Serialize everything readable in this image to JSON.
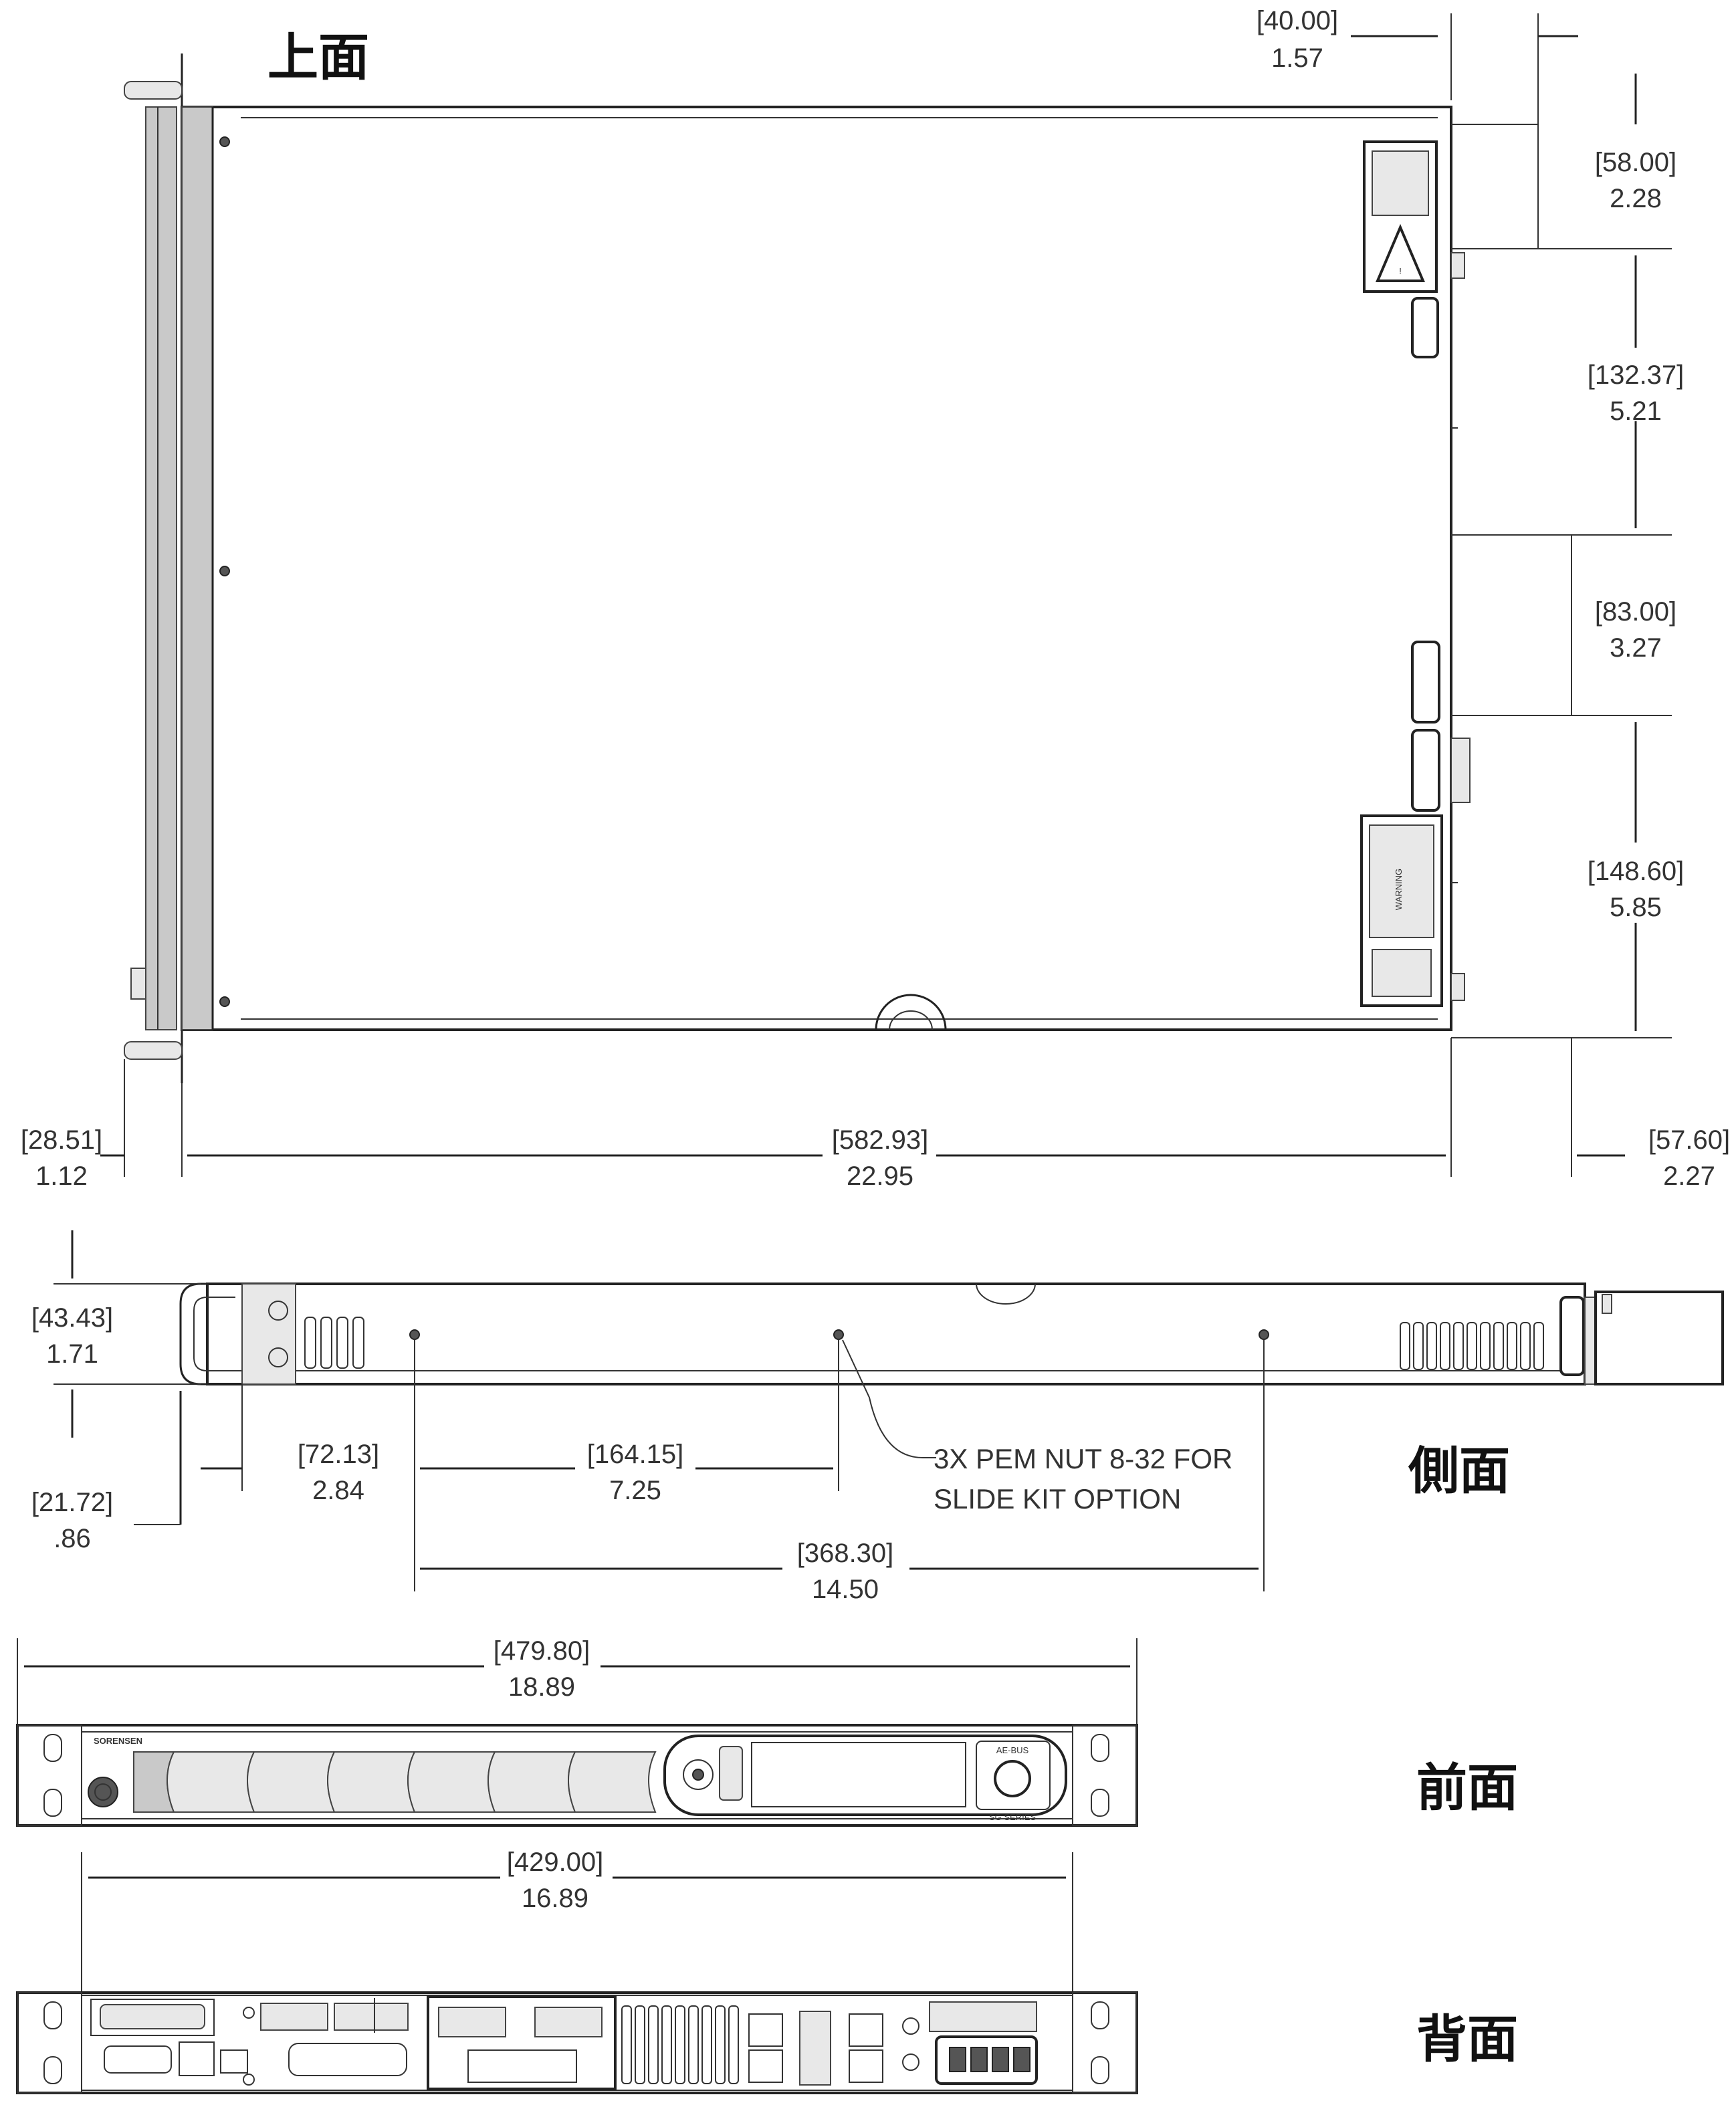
{
  "views": {
    "top": "上面",
    "side": "側面",
    "front": "前面",
    "rear": "背面"
  },
  "dimensions": {
    "top_depth_ext": {
      "mm": "40.00",
      "in": "1.57"
    },
    "top_rear_58": {
      "mm": "58.00",
      "in": "2.28"
    },
    "top_rear_132": {
      "mm": "132.37",
      "in": "5.21"
    },
    "top_rear_83": {
      "mm": "83.00",
      "in": "3.27"
    },
    "top_rear_148": {
      "mm": "148.60",
      "in": "5.85"
    },
    "top_handle": {
      "mm": "28.51",
      "in": "1.12"
    },
    "top_length": {
      "mm": "582.93",
      "in": "22.95"
    },
    "top_rear_ext": {
      "mm": "57.60",
      "in": "2.27"
    },
    "side_height": {
      "mm": "43.43",
      "in": "1.71"
    },
    "side_offset": {
      "mm": "21.72",
      "in": ".86"
    },
    "side_first_hole": {
      "mm": "72.13",
      "in": "2.84"
    },
    "side_hole_pitch": {
      "mm": "164.15",
      "in": "7.25"
    },
    "side_hole_span": {
      "mm": "368.30",
      "in": "14.50"
    },
    "front_width": {
      "mm": "479.80",
      "in": "18.89"
    },
    "rear_width": {
      "mm": "429.00",
      "in": "16.89"
    }
  },
  "notes": {
    "pem_line1": "3X PEM NUT 8-32 FOR",
    "pem_line2": "SLIDE KIT OPTION"
  },
  "panel_text": {
    "brand": "SORENSEN",
    "front_button": "AE-BUS",
    "front_model": "SG SERIES",
    "warning": "WARNING"
  }
}
